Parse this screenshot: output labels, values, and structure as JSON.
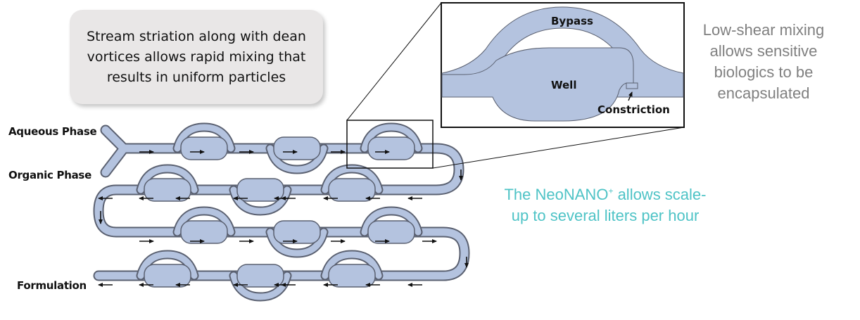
{
  "callout_text": "Stream striation along with dean vortices allows rapid mixing that results in uniform particles",
  "inset": {
    "bypass_label": "Bypass",
    "well_label": "Well",
    "constriction_label": "Constriction"
  },
  "low_shear_note": "Low-shear mixing allows sensitive biologics to be encapsulated",
  "scaleup_note": {
    "prefix": "The NeoNANO",
    "superscript": "+",
    "suffix": " allows scale-up to several liters per hour"
  },
  "inputs": {
    "aqueous": "Aqueous Phase",
    "organic": "Organic Phase"
  },
  "output": "Formulation",
  "colors": {
    "channel_fill": "#b4c3df",
    "channel_stroke": "#5a6070",
    "callout_bg": "#e9e7e7",
    "gray_text": "#808080",
    "teal_text": "#4ec3c6"
  }
}
